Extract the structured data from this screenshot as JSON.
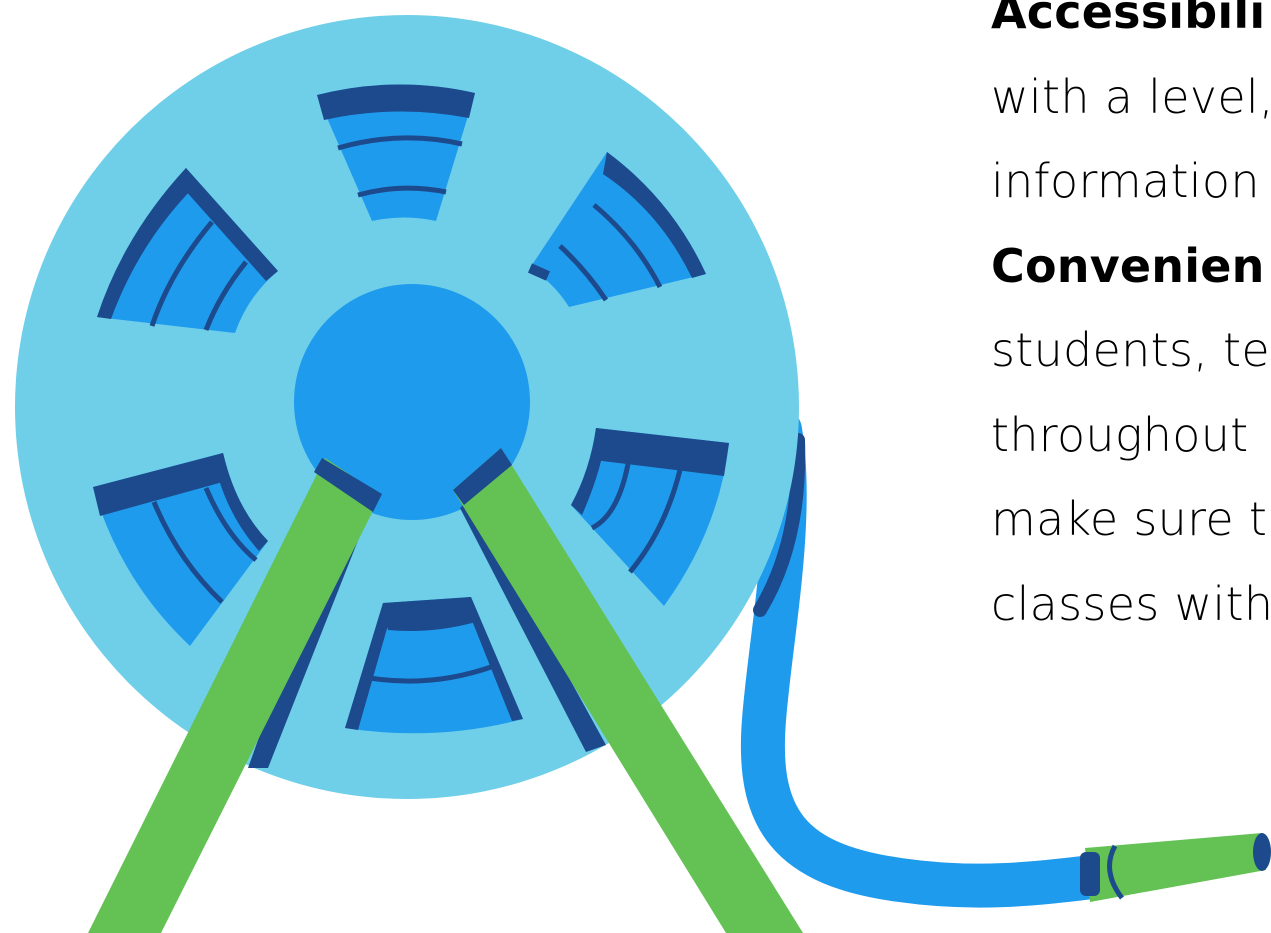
{
  "colors": {
    "reel_disc": "#6fcfe8",
    "reel_window": "#1f9bee",
    "reel_rim": "#1c4a8c",
    "hub": "#1f9bee",
    "stand": "#63c253",
    "hose": "#1f9bee",
    "nozzle": "#63c253",
    "text": "#000000"
  },
  "illustration": {
    "subject": "hose-reel"
  },
  "text_lines": [
    {
      "text": "Accessibili",
      "style": "heading"
    },
    {
      "text": "with a level,",
      "style": "body"
    },
    {
      "text": "information",
      "style": "body"
    },
    {
      "text": "Convenien",
      "style": "heading"
    },
    {
      "text": "students, te",
      "style": "body"
    },
    {
      "text": "throughout",
      "style": "body"
    },
    {
      "text": "make sure t",
      "style": "body"
    },
    {
      "text": "classes with",
      "style": "body"
    }
  ]
}
